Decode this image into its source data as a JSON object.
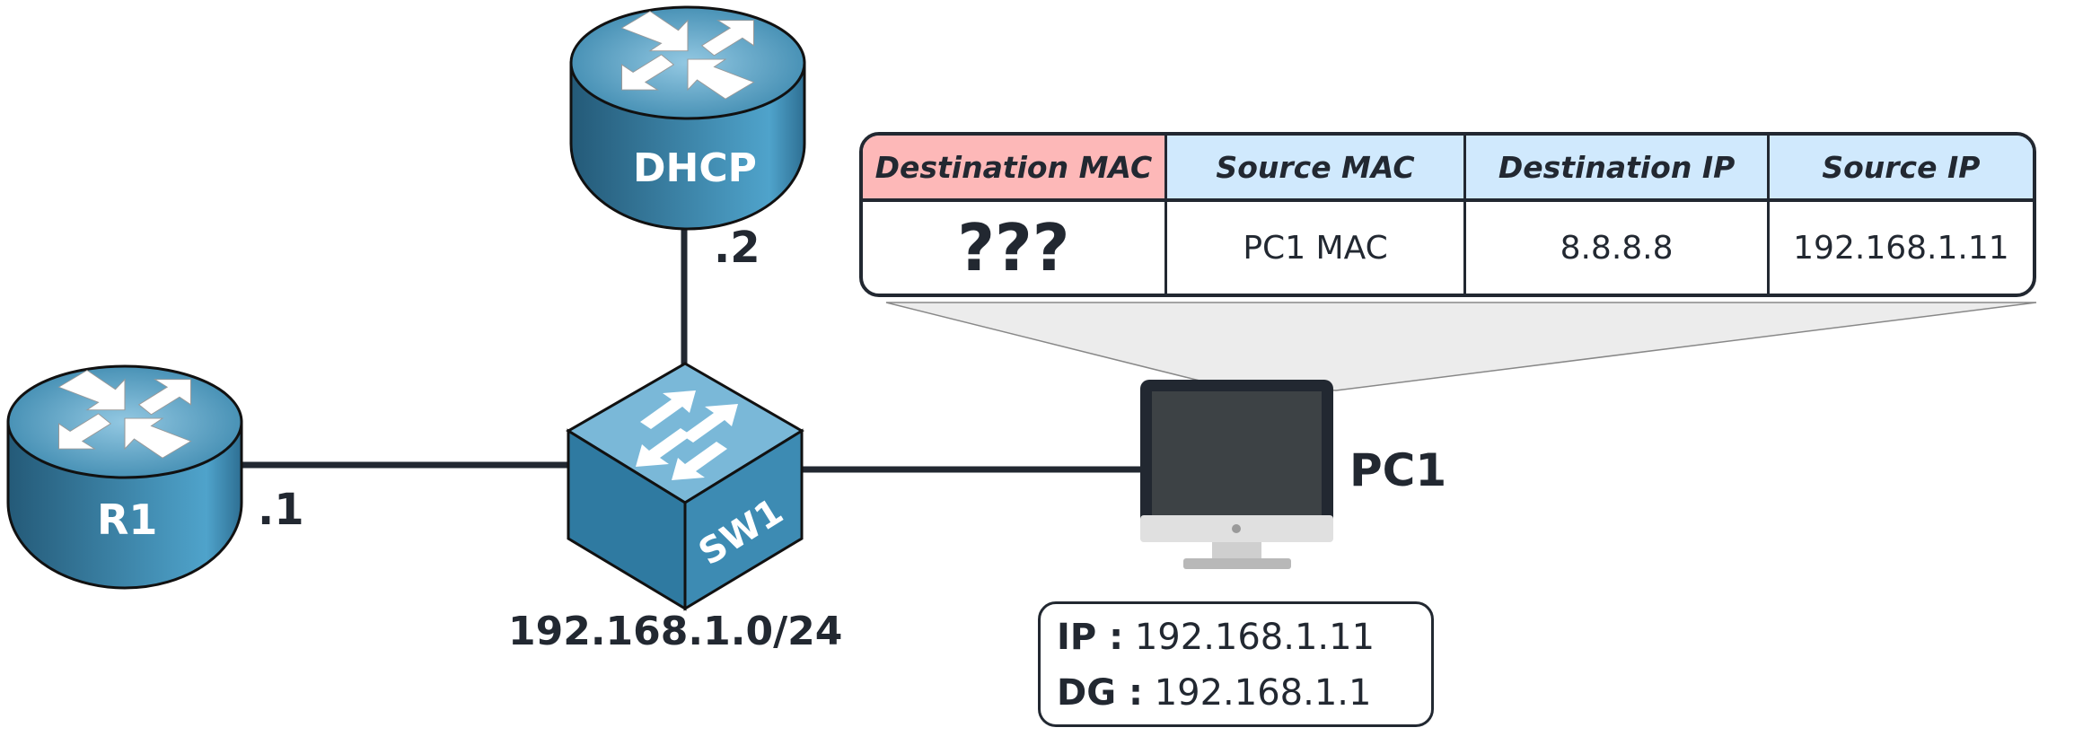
{
  "devices": {
    "r1": {
      "label": "R1",
      "interface_ip": ".1"
    },
    "dhcp": {
      "label": "DHCP",
      "interface_ip": ".2"
    },
    "sw1": {
      "label": "SW1"
    },
    "pc1": {
      "label": "PC1"
    }
  },
  "network": "192.168.1.0/24",
  "pc1_config": {
    "ip_key": "IP :",
    "ip_value": "192.168.1.11",
    "dg_key": "DG :",
    "dg_value": "192.168.1.1"
  },
  "frame": {
    "headers": [
      "Destination MAC",
      "Source MAC",
      "Destination IP",
      "Source IP"
    ],
    "values": [
      "???",
      "PC1 MAC",
      "8.8.8.8",
      "192.168.1.11"
    ],
    "header_colors": [
      "#FDB8B8",
      "#D0E9FD",
      "#D0E9FD",
      "#D0E9FD"
    ]
  },
  "colors": {
    "device": "#3A87AD",
    "link": "#222831"
  }
}
